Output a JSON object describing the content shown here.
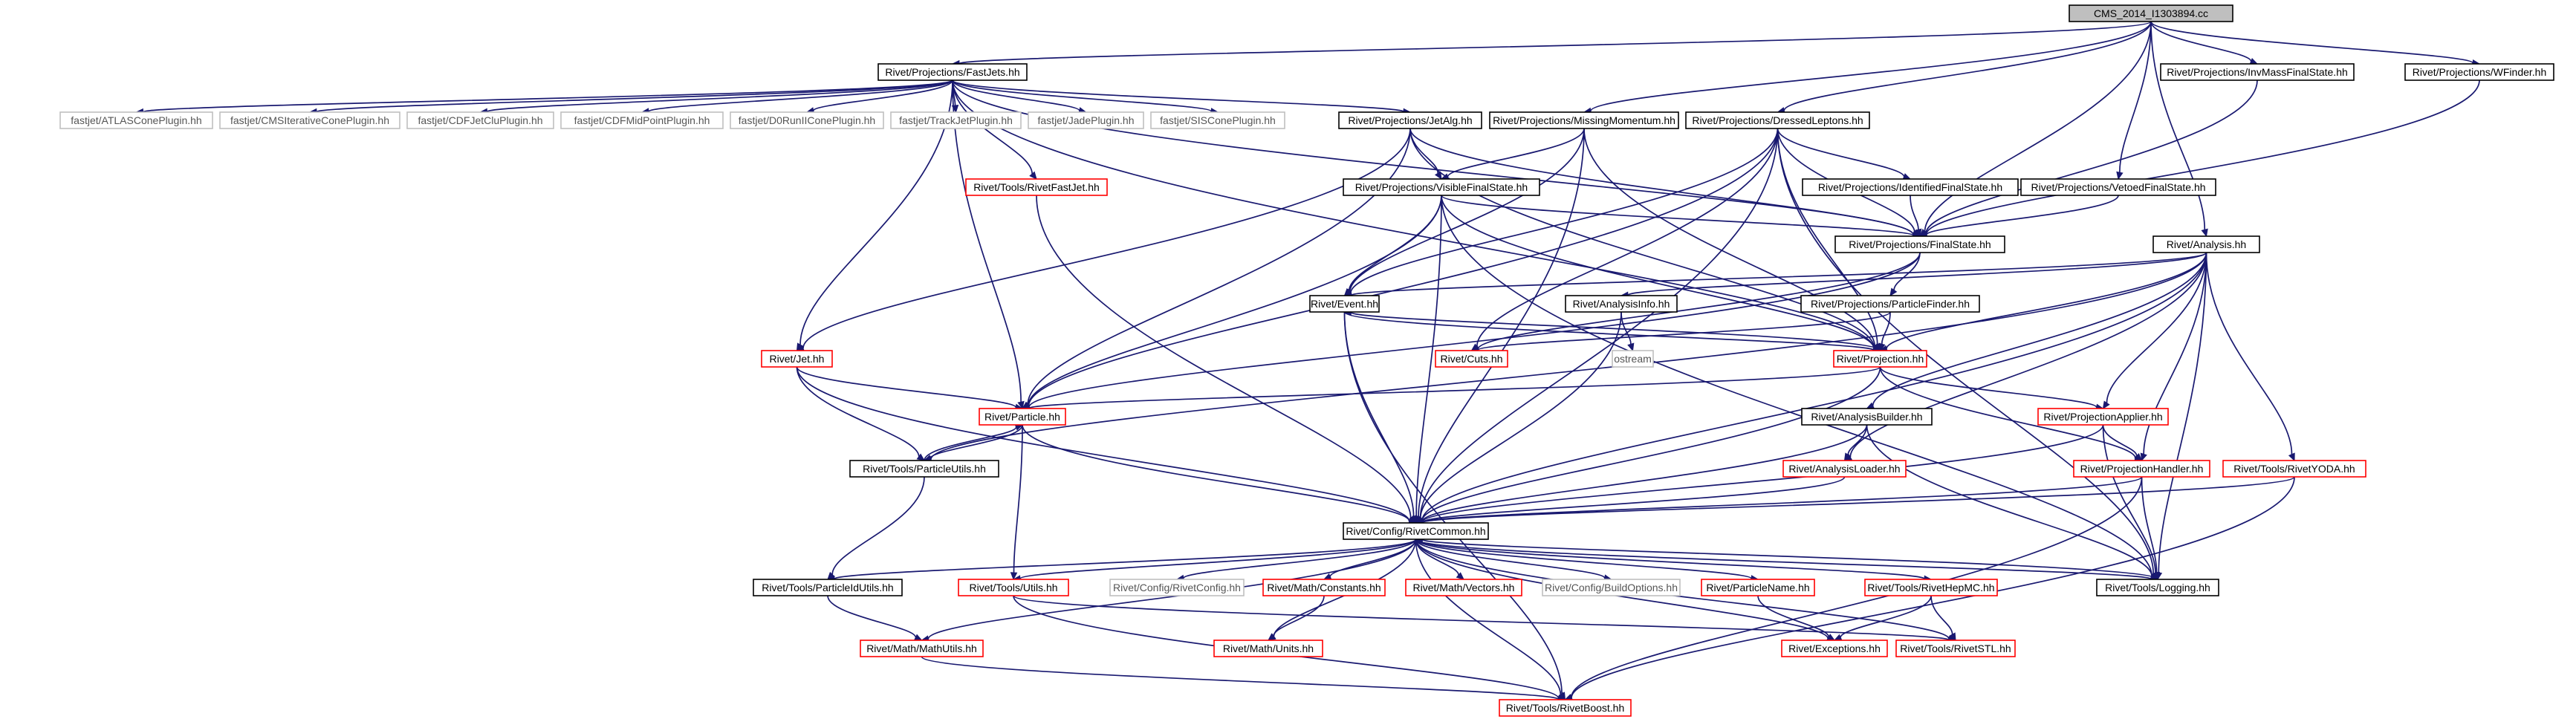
{
  "diagram": {
    "nodes": [
      {
        "id": "cms",
        "label": "CMS_2014_I1303894.cc",
        "style": "root"
      },
      {
        "id": "fastjets",
        "label": "Rivet/Projections/FastJets.hh",
        "style": "normal"
      },
      {
        "id": "invmass",
        "label": "Rivet/Projections/InvMassFinalState.hh",
        "style": "normal"
      },
      {
        "id": "wfinder",
        "label": "Rivet/Projections/WFinder.hh",
        "style": "normal"
      },
      {
        "id": "atlascone",
        "label": "fastjet/ATLASConePlugin.hh",
        "style": "external"
      },
      {
        "id": "cmsit",
        "label": "fastjet/CMSIterativeConePlugin.hh",
        "style": "external"
      },
      {
        "id": "cdfclu",
        "label": "fastjet/CDFJetCluPlugin.hh",
        "style": "external"
      },
      {
        "id": "cdfmid",
        "label": "fastjet/CDFMidPointPlugin.hh",
        "style": "external"
      },
      {
        "id": "d0run",
        "label": "fastjet/D0RunIIConePlugin.hh",
        "style": "external"
      },
      {
        "id": "trackjet",
        "label": "fastjet/TrackJetPlugin.hh",
        "style": "external"
      },
      {
        "id": "jade",
        "label": "fastjet/JadePlugin.hh",
        "style": "external"
      },
      {
        "id": "siscone",
        "label": "fastjet/SISConePlugin.hh",
        "style": "external"
      },
      {
        "id": "jetalg",
        "label": "Rivet/Projections/JetAlg.hh",
        "style": "normal"
      },
      {
        "id": "missmom",
        "label": "Rivet/Projections/MissingMomentum.hh",
        "style": "normal"
      },
      {
        "id": "dressed",
        "label": "Rivet/Projections/DressedLeptons.hh",
        "style": "normal"
      },
      {
        "id": "rivetfastjet",
        "label": "Rivet/Tools/RivetFastJet.hh",
        "style": "red"
      },
      {
        "id": "visible",
        "label": "Rivet/Projections/VisibleFinalState.hh",
        "style": "normal"
      },
      {
        "id": "identified",
        "label": "Rivet/Projections/IdentifiedFinalState.hh",
        "style": "normal"
      },
      {
        "id": "vetoed",
        "label": "Rivet/Projections/VetoedFinalState.hh",
        "style": "normal"
      },
      {
        "id": "finalstate",
        "label": "Rivet/Projections/FinalState.hh",
        "style": "normal"
      },
      {
        "id": "analysis",
        "label": "Rivet/Analysis.hh",
        "style": "normal"
      },
      {
        "id": "event",
        "label": "Rivet/Event.hh",
        "style": "normal"
      },
      {
        "id": "analysisinfo",
        "label": "Rivet/AnalysisInfo.hh",
        "style": "normal"
      },
      {
        "id": "particlefinder",
        "label": "Rivet/Projections/ParticleFinder.hh",
        "style": "normal"
      },
      {
        "id": "ostream",
        "label": "ostream",
        "style": "external"
      },
      {
        "id": "jet",
        "label": "Rivet/Jet.hh",
        "style": "red"
      },
      {
        "id": "cuts",
        "label": "Rivet/Cuts.hh",
        "style": "red"
      },
      {
        "id": "projection",
        "label": "Rivet/Projection.hh",
        "style": "red"
      },
      {
        "id": "particle",
        "label": "Rivet/Particle.hh",
        "style": "red"
      },
      {
        "id": "analysisbuilder",
        "label": "Rivet/AnalysisBuilder.hh",
        "style": "normal"
      },
      {
        "id": "projapplier",
        "label": "Rivet/ProjectionApplier.hh",
        "style": "red"
      },
      {
        "id": "particleutils",
        "label": "Rivet/Tools/ParticleUtils.hh",
        "style": "normal"
      },
      {
        "id": "analysisloader",
        "label": "Rivet/AnalysisLoader.hh",
        "style": "red"
      },
      {
        "id": "projhandler",
        "label": "Rivet/ProjectionHandler.hh",
        "style": "red"
      },
      {
        "id": "rivetyoda",
        "label": "Rivet/Tools/RivetYODA.hh",
        "style": "red"
      },
      {
        "id": "rivetcommon",
        "label": "Rivet/Config/RivetCommon.hh",
        "style": "normal"
      },
      {
        "id": "particleidutils",
        "label": "Rivet/Tools/ParticleIdUtils.hh",
        "style": "normal"
      },
      {
        "id": "toolsutils",
        "label": "Rivet/Tools/Utils.hh",
        "style": "red"
      },
      {
        "id": "rivetconfig",
        "label": "Rivet/Config/RivetConfig.hh",
        "style": "external"
      },
      {
        "id": "mathconstants",
        "label": "Rivet/Math/Constants.hh",
        "style": "red"
      },
      {
        "id": "mathvectors",
        "label": "Rivet/Math/Vectors.hh",
        "style": "red"
      },
      {
        "id": "buildoptions",
        "label": "Rivet/Config/BuildOptions.hh",
        "style": "external"
      },
      {
        "id": "particlename",
        "label": "Rivet/ParticleName.hh",
        "style": "red"
      },
      {
        "id": "rivethepmc",
        "label": "Rivet/Tools/RivetHepMC.hh",
        "style": "red"
      },
      {
        "id": "logging",
        "label": "Rivet/Tools/Logging.hh",
        "style": "normal"
      },
      {
        "id": "mathutils",
        "label": "Rivet/Math/MathUtils.hh",
        "style": "red"
      },
      {
        "id": "mathunits",
        "label": "Rivet/Math/Units.hh",
        "style": "red"
      },
      {
        "id": "exceptions",
        "label": "Rivet/Exceptions.hh",
        "style": "red"
      },
      {
        "id": "rivetstl",
        "label": "Rivet/Tools/RivetSTL.hh",
        "style": "red"
      },
      {
        "id": "rivetboost",
        "label": "Rivet/Tools/RivetBoost.hh",
        "style": "red"
      }
    ],
    "edges": [
      [
        "cms",
        "fastjets"
      ],
      [
        "cms",
        "missmom"
      ],
      [
        "cms",
        "dressed"
      ],
      [
        "cms",
        "invmass"
      ],
      [
        "cms",
        "vetoed"
      ],
      [
        "cms",
        "wfinder"
      ],
      [
        "cms",
        "analysis"
      ],
      [
        "cms",
        "finalstate"
      ],
      [
        "fastjets",
        "atlascone"
      ],
      [
        "fastjets",
        "cmsit"
      ],
      [
        "fastjets",
        "cdfclu"
      ],
      [
        "fastjets",
        "cdfmid"
      ],
      [
        "fastjets",
        "d0run"
      ],
      [
        "fastjets",
        "trackjet"
      ],
      [
        "fastjets",
        "jade"
      ],
      [
        "fastjets",
        "siscone"
      ],
      [
        "fastjets",
        "jetalg"
      ],
      [
        "fastjets",
        "rivetfastjet"
      ],
      [
        "fastjets",
        "jet"
      ],
      [
        "fastjets",
        "particle"
      ],
      [
        "fastjets",
        "finalstate"
      ],
      [
        "fastjets",
        "projection"
      ],
      [
        "jetalg",
        "visible"
      ],
      [
        "jetalg",
        "jet"
      ],
      [
        "jetalg",
        "particle"
      ],
      [
        "jetalg",
        "finalstate"
      ],
      [
        "jetalg",
        "projection"
      ],
      [
        "missmom",
        "visible"
      ],
      [
        "missmom",
        "event"
      ],
      [
        "missmom",
        "rivetcommon"
      ],
      [
        "missmom",
        "projection"
      ],
      [
        "dressed",
        "identified"
      ],
      [
        "dressed",
        "finalstate"
      ],
      [
        "dressed",
        "event"
      ],
      [
        "dressed",
        "cuts"
      ],
      [
        "dressed",
        "particle"
      ],
      [
        "dressed",
        "rivetcommon"
      ],
      [
        "dressed",
        "logging"
      ],
      [
        "dressed",
        "projection"
      ],
      [
        "invmass",
        "finalstate"
      ],
      [
        "wfinder",
        "finalstate"
      ],
      [
        "vetoed",
        "finalstate"
      ],
      [
        "identified",
        "finalstate"
      ],
      [
        "visible",
        "finalstate"
      ],
      [
        "visible",
        "event"
      ],
      [
        "visible",
        "particle"
      ],
      [
        "visible",
        "rivetcommon"
      ],
      [
        "visible",
        "projection"
      ],
      [
        "visible",
        "logging"
      ],
      [
        "finalstate",
        "particlefinder"
      ],
      [
        "finalstate",
        "cuts"
      ],
      [
        "finalstate",
        "particle"
      ],
      [
        "particlefinder",
        "projection"
      ],
      [
        "particlefinder",
        "cuts"
      ],
      [
        "analysis",
        "event"
      ],
      [
        "analysis",
        "analysisinfo"
      ],
      [
        "analysis",
        "projection"
      ],
      [
        "analysis",
        "analysisbuilder"
      ],
      [
        "analysis",
        "projapplier"
      ],
      [
        "analysis",
        "analysisloader"
      ],
      [
        "analysis",
        "projhandler"
      ],
      [
        "analysis",
        "rivetyoda"
      ],
      [
        "analysis",
        "logging"
      ],
      [
        "analysis",
        "rivetcommon"
      ],
      [
        "analysis",
        "particleutils"
      ],
      [
        "analysisinfo",
        "ostream"
      ],
      [
        "analysisinfo",
        "rivetcommon"
      ],
      [
        "event",
        "projection"
      ],
      [
        "event",
        "rivetcommon"
      ],
      [
        "event",
        "rivetboost"
      ],
      [
        "projection",
        "event"
      ],
      [
        "projection",
        "particle"
      ],
      [
        "projection",
        "projapplier"
      ],
      [
        "projection",
        "projhandler"
      ],
      [
        "projection",
        "rivetcommon"
      ],
      [
        "jet",
        "particle"
      ],
      [
        "jet",
        "particleutils"
      ],
      [
        "jet",
        "rivetcommon"
      ],
      [
        "particle",
        "particleutils"
      ],
      [
        "particle",
        "toolsutils"
      ],
      [
        "particle",
        "rivetcommon"
      ],
      [
        "particleutils",
        "particle"
      ],
      [
        "particleutils",
        "particleidutils"
      ],
      [
        "rivetfastjet",
        "rivetcommon"
      ],
      [
        "analysisbuilder",
        "analysisloader"
      ],
      [
        "analysisbuilder",
        "rivetcommon"
      ],
      [
        "analysisbuilder",
        "logging"
      ],
      [
        "projapplier",
        "projhandler"
      ],
      [
        "projapplier",
        "rivetcommon"
      ],
      [
        "projapplier",
        "logging"
      ],
      [
        "analysisloader",
        "rivetcommon"
      ],
      [
        "projhandler",
        "rivetcommon"
      ],
      [
        "projhandler",
        "logging"
      ],
      [
        "projhandler",
        "rivetboost"
      ],
      [
        "rivetyoda",
        "rivetcommon"
      ],
      [
        "rivetyoda",
        "rivetboost"
      ],
      [
        "rivetcommon",
        "particleidutils"
      ],
      [
        "rivetcommon",
        "toolsutils"
      ],
      [
        "rivetcommon",
        "rivetconfig"
      ],
      [
        "rivetcommon",
        "mathconstants"
      ],
      [
        "rivetcommon",
        "mathvectors"
      ],
      [
        "rivetcommon",
        "buildoptions"
      ],
      [
        "rivetcommon",
        "particlename"
      ],
      [
        "rivetcommon",
        "rivethepmc"
      ],
      [
        "rivetcommon",
        "logging"
      ],
      [
        "rivetcommon",
        "mathutils"
      ],
      [
        "rivetcommon",
        "mathunits"
      ],
      [
        "rivetcommon",
        "exceptions"
      ],
      [
        "rivetcommon",
        "rivetstl"
      ],
      [
        "rivetcommon",
        "rivetboost"
      ],
      [
        "particleidutils",
        "mathutils"
      ],
      [
        "toolsutils",
        "rivetstl"
      ],
      [
        "toolsutils",
        "rivetboost"
      ],
      [
        "mathconstants",
        "mathunits"
      ],
      [
        "particlename",
        "exceptions"
      ],
      [
        "rivethepmc",
        "exceptions"
      ],
      [
        "rivethepmc",
        "rivetstl"
      ],
      [
        "logging",
        "rivetcommon"
      ],
      [
        "mathutils",
        "rivetboost"
      ]
    ]
  },
  "colors": {
    "edge": "#191970",
    "border_normal": "#000000",
    "border_red": "#ff0000",
    "border_external": "#bfbfbf",
    "root_fill": "#bfbfbf",
    "text_normal": "#000000",
    "text_external": "#555555"
  }
}
